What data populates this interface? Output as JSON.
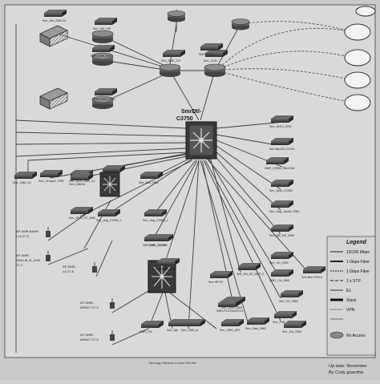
{
  "core": {
    "name_line1": "SmrDtl-",
    "name_line2": "C3750"
  },
  "labels": [
    "Smr_Wb_2960-24",
    "Smr_ISS_SIS",
    "SMR_CFK_2901",
    "SMR_SPC_2900",
    "Smr_SMR_CH",
    "Smr_2740",
    "Smr_ANI-2_CRD",
    "Smr-Bip-MS-C3750",
    "SMR_C3550_PALLINA",
    "Smr_Amb_C2960",
    "Smr_Aug_Jacobi_2960",
    "Smr_DB_MS_2960",
    "Smr_Ort_2960",
    "SMR_CU_2960",
    "Smr_CH_2960",
    "Smr_PM2_2960-24",
    "Smr_2960_24",
    "Smr_Ortoped_2960",
    "Smr_DSR_2960_24",
    "Smr_Acs_2960",
    "Smr_DSS_CE_2960",
    "Smr_Aug_C2960_L",
    "Smr_Aug_C2960_2",
    "SMR_SAL_C2960",
    "SMR_CE_SW",
    "Smr_ASN_2960",
    "Smr_Sala_2960",
    "SMR_Cth",
    "Smr_Ajb",
    "Smr_2960_sl",
    "Smr_2960_AP2",
    "Smr_2960-A",
    "Smr-SMR-3750",
    "Smr_3750",
    "SMR-C3750",
    "SMR-PLS-R2400-24",
    "Smr_Ort_CE_GEP_2",
    "Smr-IRFCE",
    "Smr_Sut_2960",
    "Smr-Acs-2904-5"
  ],
  "ap_labels": [
    "AP-SMR-BAHR",
    "L13-27-3",
    "AP-SMR-",
    "DAHLIA_B_AVM",
    "27-4",
    "AP-SMR-",
    "L4-27-8",
    "AP-SMR-",
    "ARNET-27-9",
    "AP-SMR-",
    "ARNET-27-8"
  ],
  "wan_clouds": [
    "",
    "",
    "",
    "",
    ""
  ],
  "wan_note": "",
  "legend": {
    "title": "Legend",
    "items": [
      "10/100 Mbps",
      "1 Gbps Fiber",
      "1 Gbps Fiber",
      "1 x STP",
      "E1",
      "Stack",
      "VPN",
      "",
      "No Access"
    ]
  },
  "footer": {
    "center": "Topology Network in Area Service",
    "date": "Up date: November",
    "author": "By Cody gsandhe"
  }
}
